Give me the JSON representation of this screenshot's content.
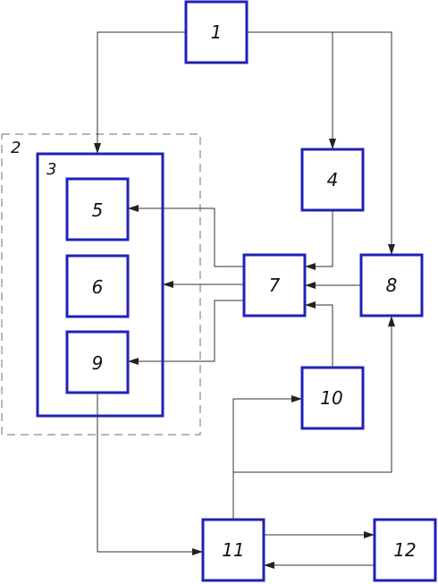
{
  "diagram": {
    "labels": {
      "b1": "1",
      "g2": "2",
      "b3": "3",
      "b4": "4",
      "b5": "5",
      "b6": "6",
      "b7": "7",
      "b8": "8",
      "b9": "9",
      "b10": "10",
      "b11": "11",
      "b12": "12"
    },
    "colors": {
      "block_border": "#1f22b8",
      "group_border": "#8a8a8a",
      "connector": "#333333"
    }
  }
}
